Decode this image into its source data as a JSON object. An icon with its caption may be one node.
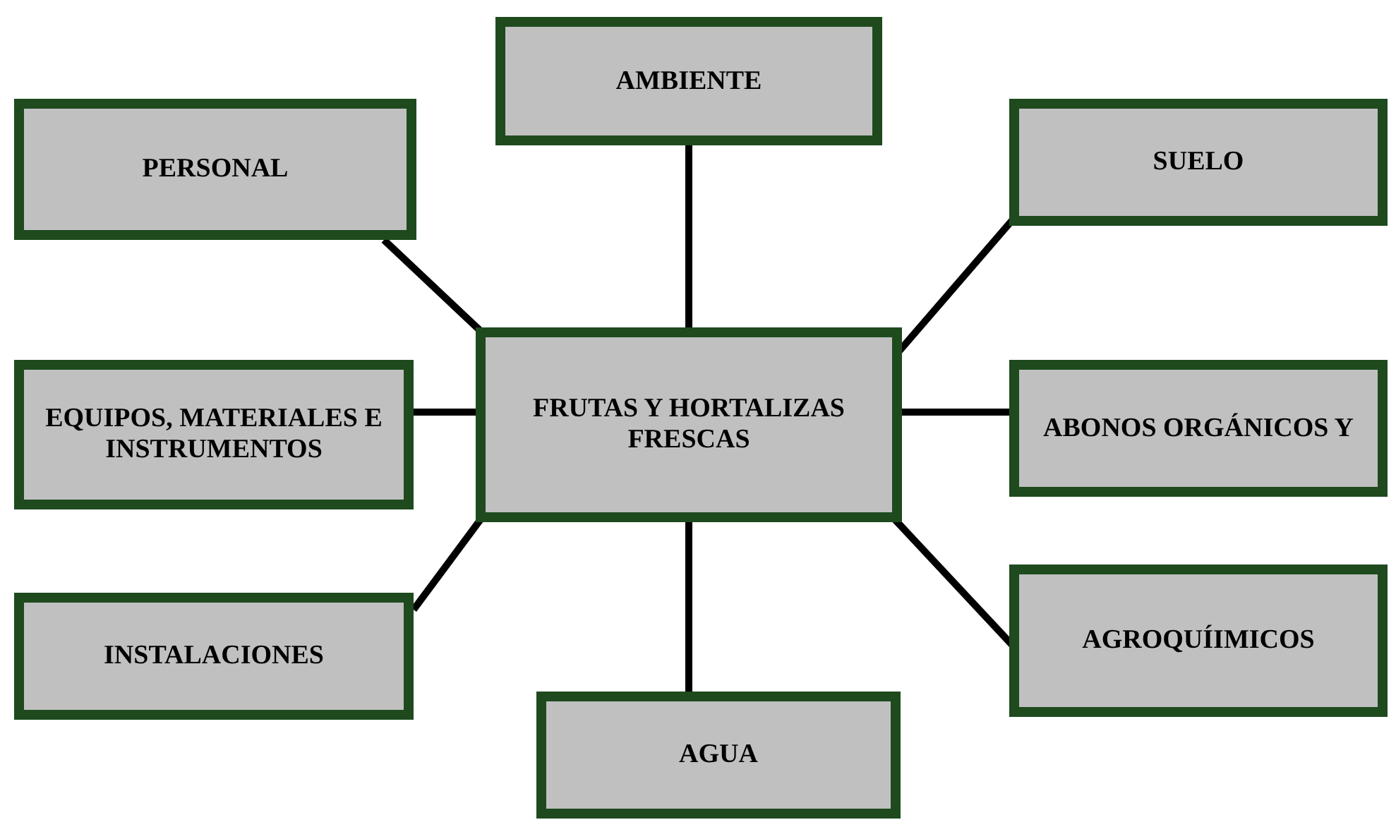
{
  "diagram": {
    "nodes": [
      {
        "text": [
          "AMBIENTE"
        ]
      },
      {
        "text": [
          "PERSONAL"
        ]
      },
      {
        "text": [
          "SUELO"
        ]
      },
      {
        "text": [
          "FRUTAS Y HORTALIZAS FRESCAS"
        ]
      },
      {
        "text": [
          "EQUIPOS, MATERIALES E INSTRUMENTOS"
        ]
      },
      {
        "text": [
          "ABONOS ORGÁNICOS Y"
        ]
      },
      {
        "text": [
          "INSTALACIONES"
        ]
      },
      {
        "text": [
          "AGROQUÍIMICOS"
        ]
      },
      {
        "text": [
          "AGUA"
        ]
      }
    ],
    "edges": [
      {
        "from": 3,
        "to": 0,
        "arrow": "none"
      },
      {
        "from": 3,
        "to": 1,
        "arrow": "none"
      },
      {
        "from": 3,
        "to": 2,
        "arrow": "none"
      },
      {
        "from": 3,
        "to": 4,
        "arrow": "none"
      },
      {
        "from": 3,
        "to": 5,
        "arrow": "none"
      },
      {
        "from": 3,
        "to": 6,
        "arrow": "none"
      },
      {
        "from": 3,
        "to": 7,
        "arrow": "none"
      },
      {
        "from": 3,
        "to": 8,
        "arrow": "none"
      }
    ]
  }
}
